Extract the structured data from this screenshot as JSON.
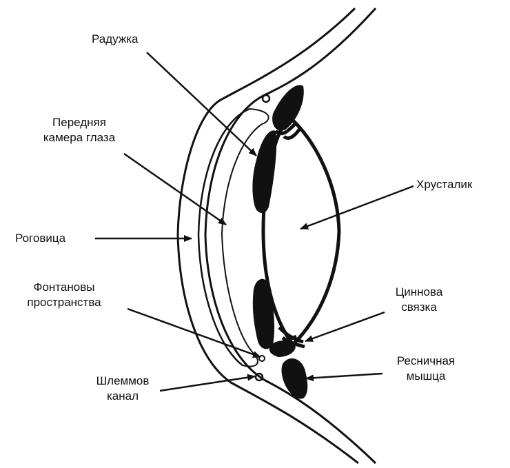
{
  "labels": {
    "iris": "Радужка",
    "anterior_chamber_1": "Передняя",
    "anterior_chamber_2": "камера глаза",
    "lens": "Хрусталик",
    "cornea": "Роговица",
    "fontana_1": "Фонтановы",
    "fontana_2": "пространства",
    "zinn_1": "Циннова",
    "zinn_2": "связка",
    "ciliary_1": "Ресничная",
    "ciliary_2": "мышца",
    "schlemm_1": "Шлеммов",
    "schlemm_2": "канал"
  },
  "colors": {
    "ink": "#111111",
    "paper": "#ffffff"
  }
}
